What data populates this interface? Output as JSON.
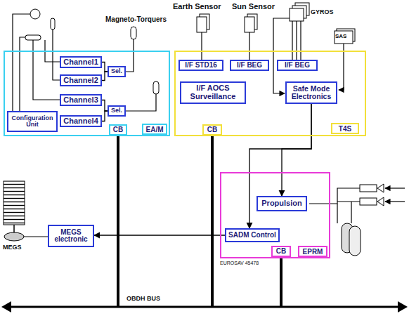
{
  "diagram": {
    "nodes": [
      {
        "text": [
          "EA/M"
        ]
      },
      {
        "text": [
          "Channel1"
        ],
        "in": 0
      },
      {
        "text": [
          "Sel."
        ],
        "in": 0
      },
      {
        "text": [
          "Channel2"
        ],
        "in": 0
      },
      {
        "text": [
          "Channel3"
        ],
        "in": 0
      },
      {
        "text": [
          "Sel."
        ],
        "in": 0
      },
      {
        "text": [
          "Configuration Unit"
        ],
        "in": 0
      },
      {
        "text": [
          "Channel4"
        ],
        "in": 0
      },
      {
        "text": [
          "CB"
        ],
        "in": 0
      },
      {
        "text": [
          "T4S"
        ]
      },
      {
        "text": [
          "I/F STD16"
        ],
        "in": 9
      },
      {
        "text": [
          "I/F BEG"
        ],
        "in": 9
      },
      {
        "text": [
          "I/F BEG"
        ],
        "in": 9
      },
      {
        "text": [
          "I/F AOCS Surveillance"
        ],
        "in": 9
      },
      {
        "text": [
          "Safe Mode Electronics"
        ],
        "in": 9
      },
      {
        "text": [
          "CB"
        ],
        "in": 9
      },
      {
        "text": [
          "EPRM"
        ]
      },
      {
        "text": [
          "Propulsion"
        ],
        "in": 16
      },
      {
        "text": [
          "SADM Control"
        ],
        "in": 16
      },
      {
        "text": [
          "CB"
        ],
        "in": 16
      },
      {
        "text": [
          "MEGS electronic"
        ]
      }
    ],
    "edges": [
      {
        "from": 1,
        "to": 2,
        "arrow": "none"
      },
      {
        "from": 3,
        "to": 2,
        "arrow": "none"
      },
      {
        "from": 4,
        "to": 5,
        "arrow": "none"
      },
      {
        "from": 7,
        "to": 5,
        "arrow": "none"
      },
      {
        "from": 14,
        "to": 17,
        "arrow": "to"
      },
      {
        "from": 14,
        "to": 18,
        "arrow": "to"
      },
      {
        "from": 18,
        "to": 20,
        "arrow": "to"
      }
    ],
    "labels": [
      "Magneto-Torquers",
      "Earth Sensor",
      "Sun Sensor",
      "GYROS",
      "SAS",
      "MEGS",
      "EUROSAV 45478",
      "OBDH BUS"
    ]
  }
}
